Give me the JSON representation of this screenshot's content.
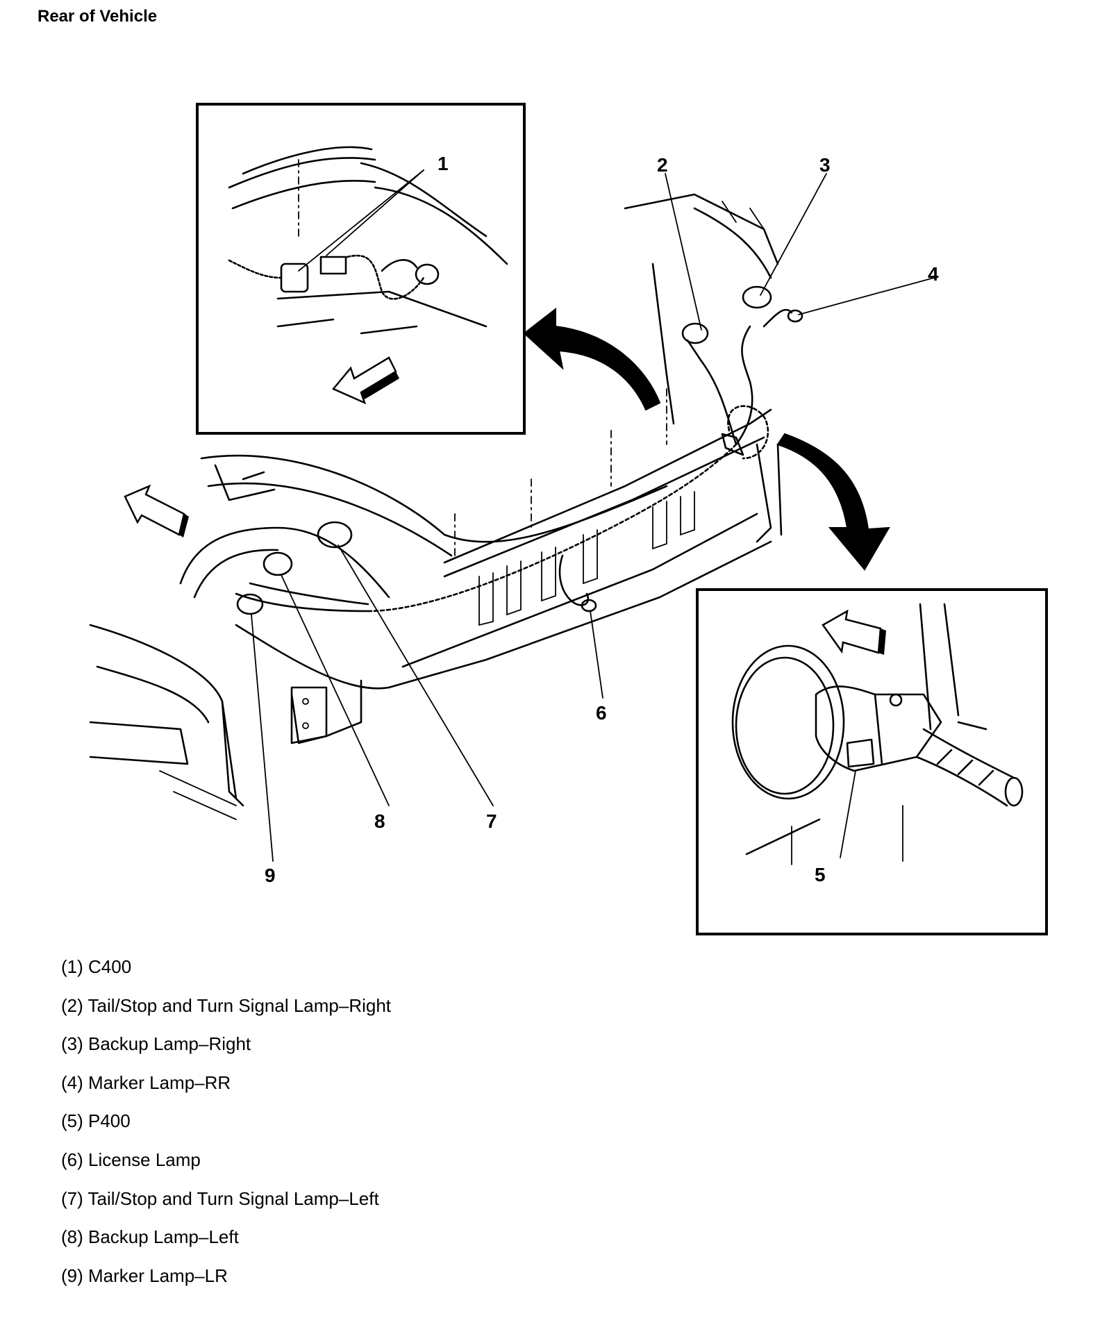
{
  "title": "Rear of Vehicle",
  "callouts": [
    {
      "num": "1"
    },
    {
      "num": "2"
    },
    {
      "num": "3"
    },
    {
      "num": "4"
    },
    {
      "num": "5"
    },
    {
      "num": "6"
    },
    {
      "num": "7"
    },
    {
      "num": "8"
    },
    {
      "num": "9"
    }
  ],
  "legend": [
    {
      "text": "(1) C400"
    },
    {
      "text": "(2) Tail/Stop and Turn Signal Lamp–Right"
    },
    {
      "text": "(3) Backup Lamp–Right"
    },
    {
      "text": "(4) Marker Lamp–RR"
    },
    {
      "text": "(5) P400"
    },
    {
      "text": "(6) License Lamp"
    },
    {
      "text": "(7) Tail/Stop and Turn Signal Lamp–Left"
    },
    {
      "text": "(8) Backup Lamp–Left"
    },
    {
      "text": "(9) Marker Lamp–LR"
    }
  ]
}
